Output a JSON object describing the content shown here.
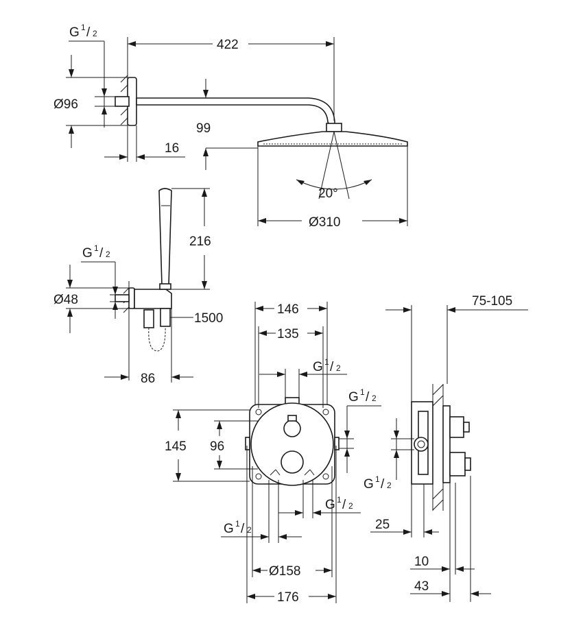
{
  "dimensions": {
    "head_arm_length": "422",
    "wall_flange_diameter": "Ø96",
    "head_drop": "99",
    "flange_depth": "16",
    "spray_angle": "20°",
    "head_diameter": "Ø310",
    "handshower_height": "216",
    "outlet_diameter": "Ø48",
    "hose_length": "1500",
    "outlet_projection": "86",
    "plate_width": "146",
    "box_width": "135",
    "box_height": "145",
    "connection_spacing": "96",
    "plate_diameter": "Ø158",
    "overall_width": "176",
    "install_depth": "75-105",
    "body_depth": "25",
    "cover_depth": "10",
    "total_depth": "43"
  },
  "threads": {
    "g": "G",
    "num": "1",
    "den": "2"
  }
}
